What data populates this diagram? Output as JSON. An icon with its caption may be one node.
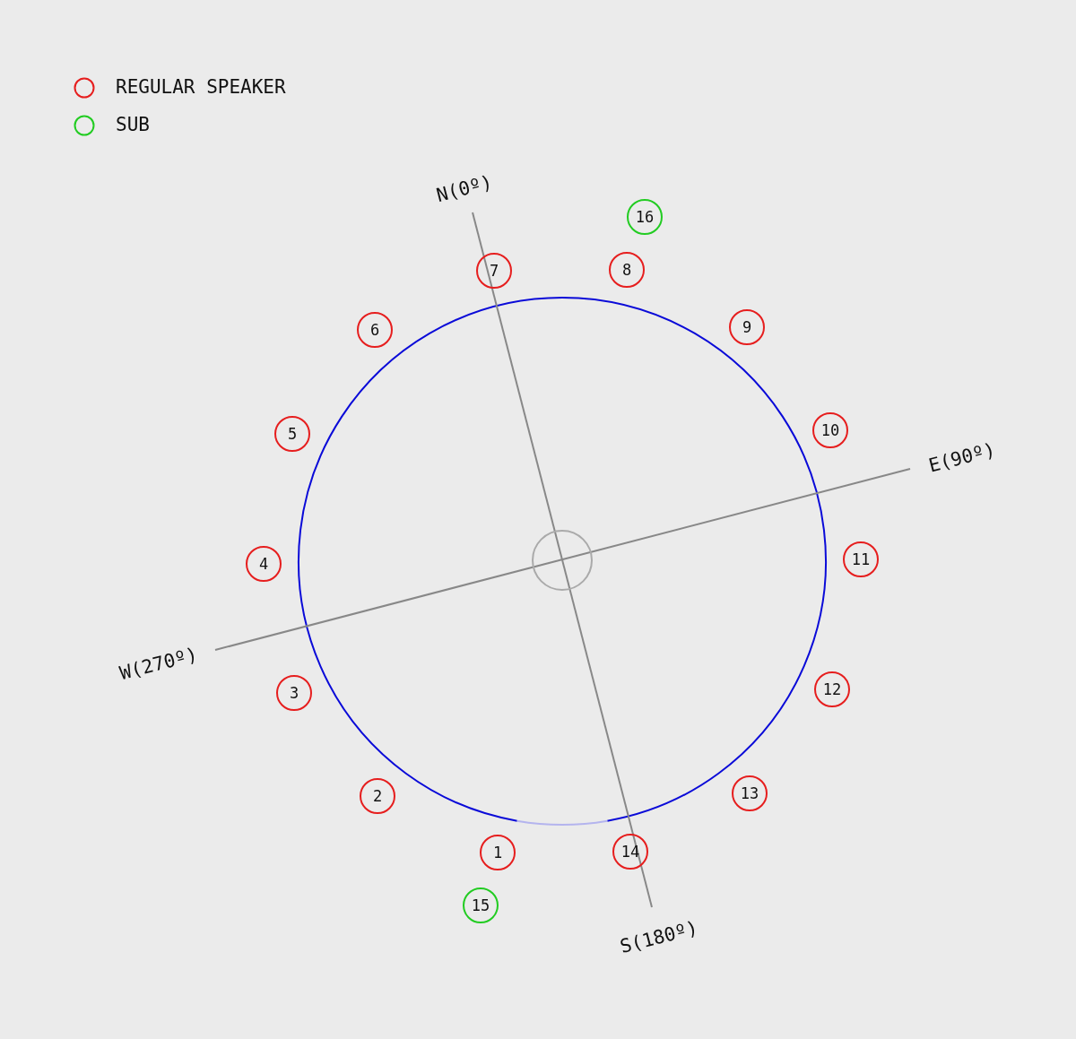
{
  "diagram": {
    "nodes": [
      {
        "text": [
          "1"
        ]
      },
      {
        "text": [
          "2"
        ]
      },
      {
        "text": [
          "3"
        ]
      },
      {
        "text": [
          "4"
        ]
      },
      {
        "text": [
          "5"
        ]
      },
      {
        "text": [
          "6"
        ]
      },
      {
        "text": [
          "7"
        ]
      },
      {
        "text": [
          "8"
        ]
      },
      {
        "text": [
          "9"
        ]
      },
      {
        "text": [
          "10"
        ]
      },
      {
        "text": [
          "11"
        ]
      },
      {
        "text": [
          "12"
        ]
      },
      {
        "text": [
          "13"
        ]
      },
      {
        "text": [
          "14"
        ]
      },
      {
        "text": [
          "15"
        ]
      },
      {
        "text": [
          "16"
        ]
      }
    ],
    "labels": [
      "N(0º)",
      "E(90º)",
      "W(270º)",
      "S(180º)"
    ],
    "legend": [
      {
        "text": "REGULAR SPEAKER",
        "color": "#e61e1e"
      },
      {
        "text": "SUB",
        "color": "#22cc22"
      }
    ]
  }
}
